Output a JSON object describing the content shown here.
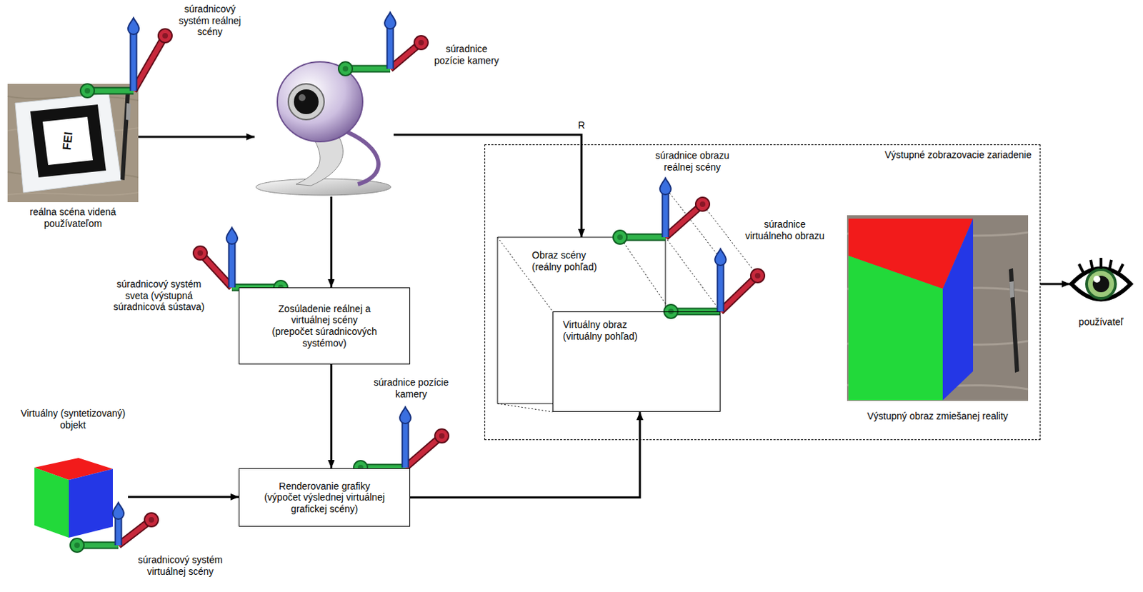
{
  "diagram": {
    "nodes": [
      {
        "text": [
          "reálna scéna videná používateľom"
        ]
      },
      {
        "text": [
          "súradnice pozície kamery"
        ]
      },
      {
        "text": [
          "Zosúladenie reálnej a virtuálnej scény",
          "(prepočet súradnicových systémov)"
        ]
      },
      {
        "text": [
          "Virtuálny (syntetizovaný) objekt"
        ]
      },
      {
        "text": [
          "Renderovanie grafiky",
          "(výpočet výslednej virtuálnej grafickej scény)"
        ]
      },
      {
        "text": [
          "Výstupné zobrazovacie zariadenie"
        ]
      },
      {
        "text": [
          "Obraz scény (reálny pohľad)"
        ],
        "in": 5
      },
      {
        "text": [
          "Virtuálny obraz (virtuálny pohľad)"
        ],
        "in": 5
      },
      {
        "text": [
          "Výstupný obraz zmiešanej reality"
        ],
        "in": 5
      },
      {
        "text": [
          "používateľ"
        ]
      }
    ],
    "edges": [
      {
        "from": 0,
        "to": 1,
        "arrow": "to"
      },
      {
        "from": 1,
        "to": 6,
        "label": "R",
        "arrow": "to"
      },
      {
        "from": 1,
        "to": 2,
        "arrow": "to"
      },
      {
        "from": 2,
        "to": 4,
        "arrow": "to"
      },
      {
        "from": 3,
        "to": 4,
        "arrow": "to"
      },
      {
        "from": 4,
        "to": 7,
        "arrow": "to"
      },
      {
        "from": 5,
        "to": 9,
        "arrow": "to"
      }
    ],
    "labels": [
      "súradnicový systém reálnej scény",
      "FEI",
      "súradnicový systém sveta (výstupná súradnicová sústava)",
      "súradnice pozície kamery",
      "súradnicový systém virtuálnej scény",
      "súradnice obrazu reálnej scény",
      "súradnice virtuálneho obrazu"
    ]
  }
}
